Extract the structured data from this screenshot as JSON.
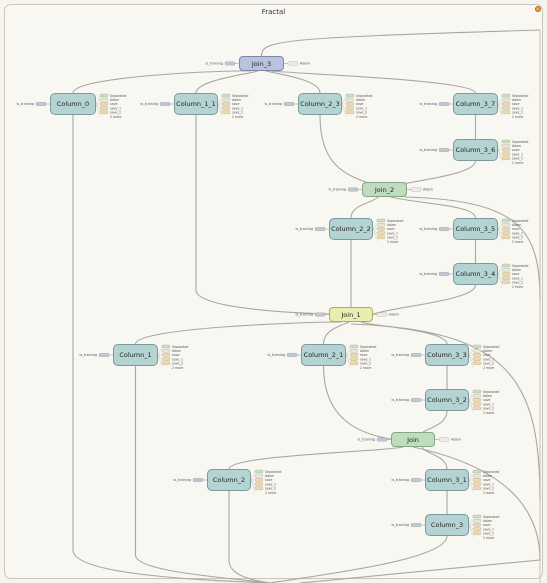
{
  "graph": {
    "title": "Fractal",
    "side_labels": {
      "separated": "Separated",
      "adam": "Adam",
      "save": "save",
      "save_1": "save_1",
      "save_2": "save_2",
      "more": "2 more"
    },
    "is_training_label": "is_training",
    "adam_label": "Adam",
    "nodes": [
      {
        "id": "join3",
        "label": "Join_3"
      },
      {
        "id": "col0",
        "label": "Column_0"
      },
      {
        "id": "col11",
        "label": "Column_1_1"
      },
      {
        "id": "col23",
        "label": "Column_2_3"
      },
      {
        "id": "col37",
        "label": "Column_3_7"
      },
      {
        "id": "col36",
        "label": "Column_3_6"
      },
      {
        "id": "join2",
        "label": "Join_2"
      },
      {
        "id": "col22",
        "label": "Column_2_2"
      },
      {
        "id": "col35",
        "label": "Column_3_5"
      },
      {
        "id": "col34",
        "label": "Column_3_4"
      },
      {
        "id": "join1",
        "label": "Join_1"
      },
      {
        "id": "col1",
        "label": "Column_1"
      },
      {
        "id": "col21",
        "label": "Column_2_1"
      },
      {
        "id": "col33",
        "label": "Column_3_3"
      },
      {
        "id": "col32",
        "label": "Column_3_2"
      },
      {
        "id": "join",
        "label": "Join"
      },
      {
        "id": "col2",
        "label": "Column_2"
      },
      {
        "id": "col31",
        "label": "Column_3_1"
      },
      {
        "id": "col3",
        "label": "Column_3"
      }
    ]
  }
}
